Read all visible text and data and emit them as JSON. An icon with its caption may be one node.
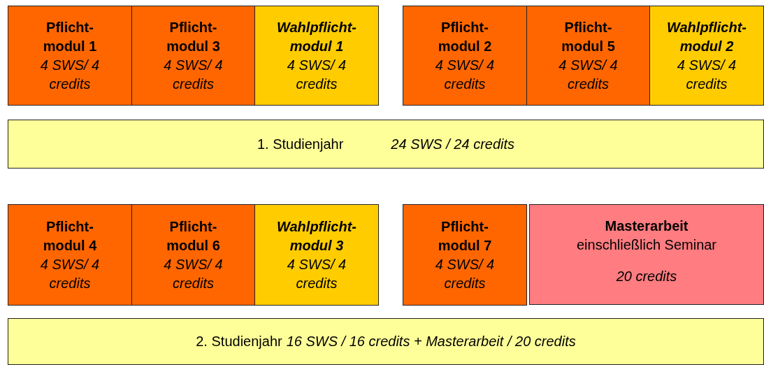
{
  "diagram": {
    "nodes": [
      {
        "text": [
          "Pflicht- modul 1",
          "4 SWS/ 4 credits"
        ]
      },
      {
        "text": [
          "Pflicht- modul 3",
          "4 SWS/ 4 credits"
        ]
      },
      {
        "text": [
          "Wahlpflicht- modul 1",
          "4 SWS/ 4 credits"
        ]
      },
      {
        "text": [
          "Pflicht- modul 2",
          "4 SWS/ 4 credits"
        ]
      },
      {
        "text": [
          "Pflicht- modul 5",
          "4 SWS/ 4 credits"
        ]
      },
      {
        "text": [
          "Wahlpflicht- modul 2",
          "4 SWS/ 4 credits"
        ]
      },
      {
        "text": [
          "1. Studienjahr",
          "24 SWS / 24 credits"
        ]
      },
      {
        "text": [
          "Pflicht- modul 4",
          "4 SWS/ 4 credits"
        ]
      },
      {
        "text": [
          "Pflicht- modul 6",
          "4 SWS/ 4 credits"
        ]
      },
      {
        "text": [
          "Wahlpflicht- modul 3",
          "4 SWS/ 4 credits"
        ]
      },
      {
        "text": [
          "Pflicht- modul 7",
          "4 SWS/ 4 credits"
        ]
      },
      {
        "text": [
          "Masterarbeit",
          "einschließlich Seminar",
          "20 credits"
        ]
      },
      {
        "text": [
          "2. Studienjahr",
          "16 SWS / 16 credits + Masterarbeit / 20 credits"
        ]
      }
    ]
  }
}
